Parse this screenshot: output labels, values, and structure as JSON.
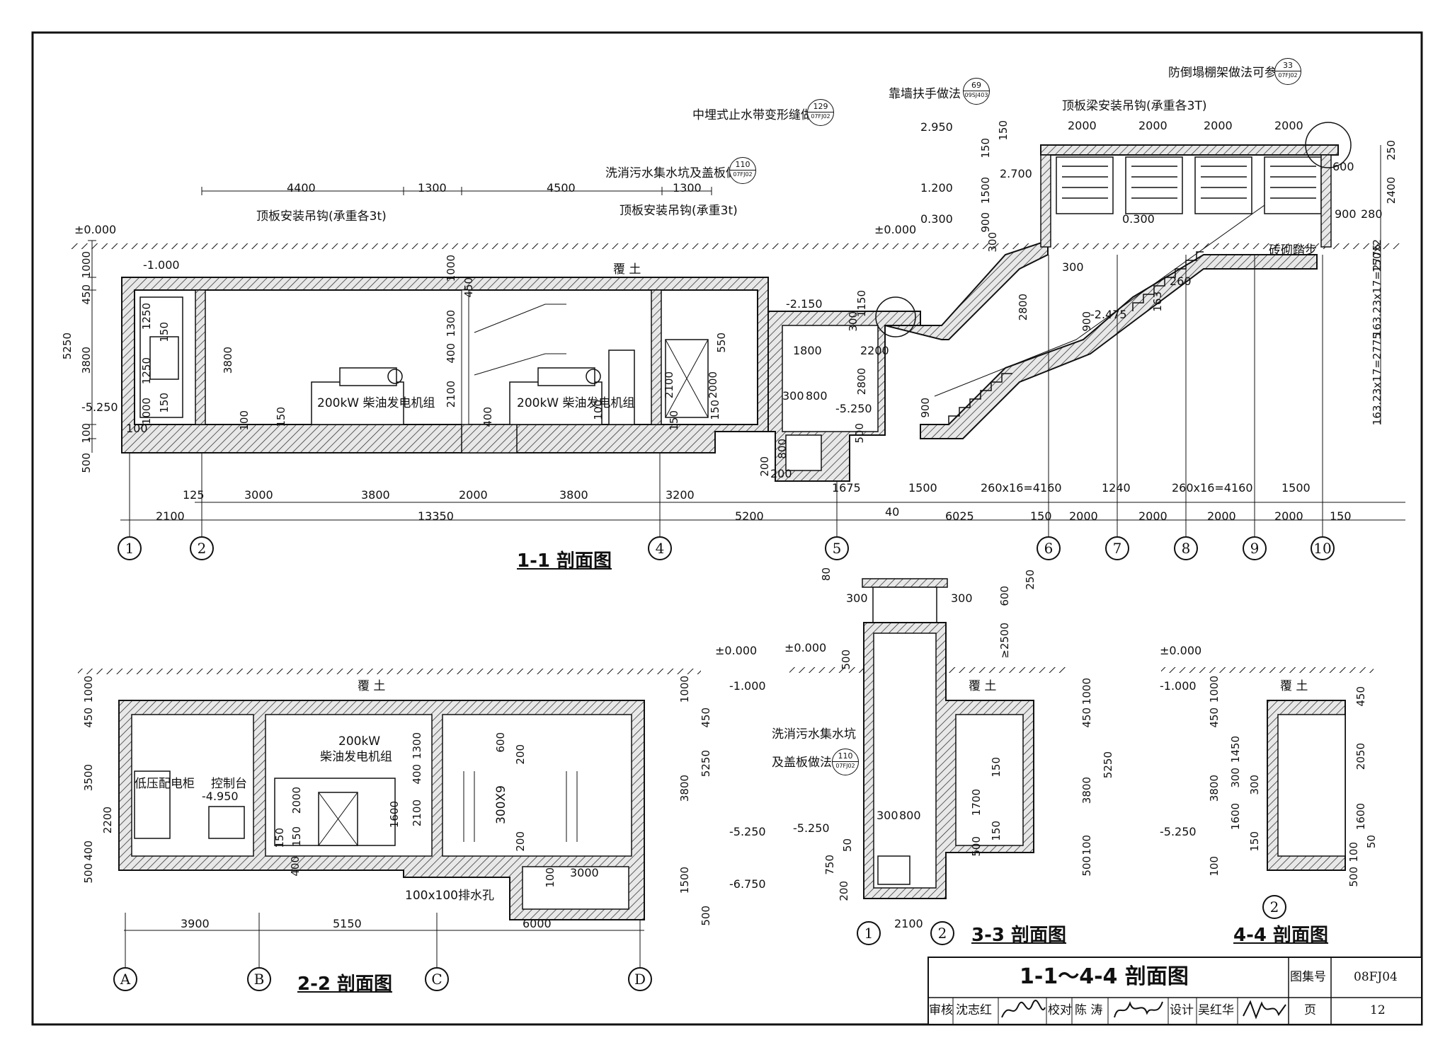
{
  "sheet": {
    "title": "1-1～4-4 剖面图",
    "atlas_label": "图集号",
    "atlas_no": "08FJ04",
    "page_label": "页",
    "page_no": "12",
    "review_label": "审核",
    "reviewer": "沈志红",
    "check_label": "校对",
    "checker": "陈 涛",
    "design_label": "设计",
    "designer": "吴红华"
  },
  "s11": {
    "title": "1-1 剖面图",
    "grid_axes": [
      "1",
      "2",
      "4",
      "5",
      "6",
      "7",
      "8",
      "9",
      "10"
    ],
    "elev": [
      "±0.000",
      "-1.000",
      "-5.250",
      "-2.150",
      "-5.250",
      "-2.475",
      "0.300",
      "1.200",
      "2.950",
      "2.700",
      "±0.000",
      "0.300"
    ],
    "top_dims": [
      "4400",
      "1300",
      "4500",
      "1300"
    ],
    "bottom_dims_row1": [
      "125",
      "3000",
      "3800",
      "2000",
      "3800",
      "3200",
      "1675",
      "1500",
      "260x16=4160",
      "1240",
      "260x16=4160",
      "1500"
    ],
    "bottom_dims_row2": [
      "2100",
      "13350",
      "5200",
      "40",
      "6025",
      "150",
      "2000",
      "2000",
      "2000",
      "2000",
      "150"
    ],
    "left_dims": [
      "1000",
      "450",
      "3800",
      "5250",
      "100",
      "500"
    ],
    "inner_dims": [
      "1250",
      "150",
      "1250",
      "150",
      "1000",
      "3800",
      "100",
      "150",
      "1000",
      "450",
      "1300",
      "400",
      "2100",
      "400",
      "550",
      "2100",
      "2000",
      "150",
      "150",
      "100",
      "1150",
      "300",
      "2200",
      "2800",
      "1800",
      "300",
      "800",
      "500",
      "200",
      "200",
      "800",
      "2800",
      "900",
      "900",
      "300",
      "163",
      "260",
      "150",
      "1500",
      "900",
      "300",
      "150",
      "100"
    ],
    "right_dims": [
      "250",
      "2400",
      "150x2",
      "163.23x17=2775",
      "163.23x17=2775",
      "600",
      "900",
      "280",
      "2000",
      "2000",
      "2000",
      "2000"
    ],
    "annotations": [
      "顶板安装吊钩(承重各3t)",
      "顶板安装吊钩(承重3t)",
      "洗消污水集水坑及盖板做法",
      "中埋式止水带变形缝做法",
      "靠墙扶手做法",
      "顶板梁安装吊钩(承重各3T)",
      "防倒塌棚架做法可参见",
      "覆 土",
      "砖砌踏步",
      "200kW 柴油发电机组",
      "200kW 柴油发电机组"
    ],
    "refs": [
      {
        "num": "110",
        "sub": "07FJ02"
      },
      {
        "num": "129",
        "sub": "07FJ02"
      },
      {
        "num": "69",
        "sub": "09SJ403"
      },
      {
        "num": "33",
        "sub": "07FJ02"
      }
    ]
  },
  "s22": {
    "title": "2-2 剖面图",
    "grid_axes": [
      "A",
      "B",
      "C",
      "D"
    ],
    "bottom_dims": [
      "3900",
      "5150",
      "6000"
    ],
    "elev": [
      "±0.000",
      "-1.000",
      "-5.250",
      "-6.750",
      "-4.950"
    ],
    "left_dims": [
      "1000",
      "450",
      "3500",
      "2200",
      "400",
      "500"
    ],
    "right_dims": [
      "1000",
      "450",
      "3800",
      "5250",
      "1500",
      "500"
    ],
    "labels": [
      "覆 土",
      "低压配电柜",
      "控制台",
      "200kW",
      "柴油发电机组",
      "100x100排水孔",
      "300X9"
    ],
    "inner_dims": [
      "1300",
      "600",
      "200",
      "400",
      "2000",
      "150",
      "1600",
      "2100",
      "200",
      "400",
      "100",
      "3000",
      "150"
    ]
  },
  "s33": {
    "title": "3-3 剖面图",
    "grid_axes": [
      "1",
      "2"
    ],
    "bottom_dims": [
      "2100"
    ],
    "elev": [
      "±0.000",
      "-5.250"
    ],
    "labels": [
      "覆 土",
      "洗消污水集水坑",
      "及盖板做法"
    ],
    "ref": {
      "num": "110",
      "sub": "07FJ02"
    },
    "dims": [
      "80",
      "300",
      "300",
      "250",
      "600",
      "≥2500",
      "500",
      "1000",
      "450",
      "5250",
      "3800",
      "100",
      "500",
      "150",
      "1700",
      "150",
      "500",
      "300",
      "800",
      "50",
      "750",
      "200"
    ]
  },
  "s44": {
    "title": "4-4 剖面图",
    "grid_axes": [
      "2"
    ],
    "elev": [
      "±0.000",
      "-1.000",
      "-5.250"
    ],
    "labels": [
      "覆 土"
    ],
    "dims": [
      "1000",
      "450",
      "1450",
      "300",
      "300",
      "3800",
      "1600",
      "150",
      "100",
      "450",
      "2050",
      "1600",
      "100",
      "50",
      "500"
    ]
  }
}
